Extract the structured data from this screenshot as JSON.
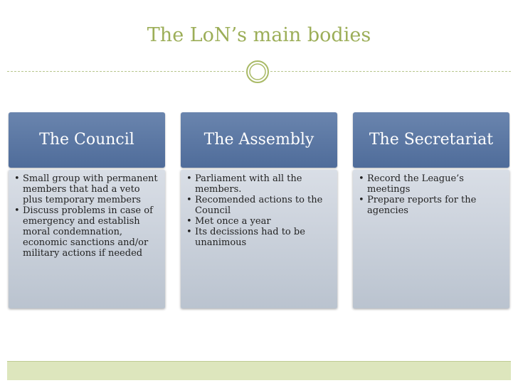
{
  "slide": {
    "title": "The LoN’s main bodies"
  },
  "columns": [
    {
      "header": "The Council",
      "bullets": [
        "Small group with permanent members that had a veto plus temporary members",
        "Discuss problems in case of emergency and establish moral condemnation, economic sanctions and/or military actions if needed"
      ]
    },
    {
      "header": "The Assembly",
      "bullets": [
        "Parliament with all the members.",
        "Recomended actions to the Council",
        "Met once a year",
        "Its decissions had to be unanimous"
      ]
    },
    {
      "header": "The Secretariat",
      "bullets": [
        "Record the League’s meetings",
        "Prepare reports for the agencies"
      ]
    }
  ],
  "colors": {
    "title": "#9cae58",
    "header_fill": "#5b77a3",
    "body_fill": "#cfd5de",
    "footer_band": "#dde6bd"
  }
}
